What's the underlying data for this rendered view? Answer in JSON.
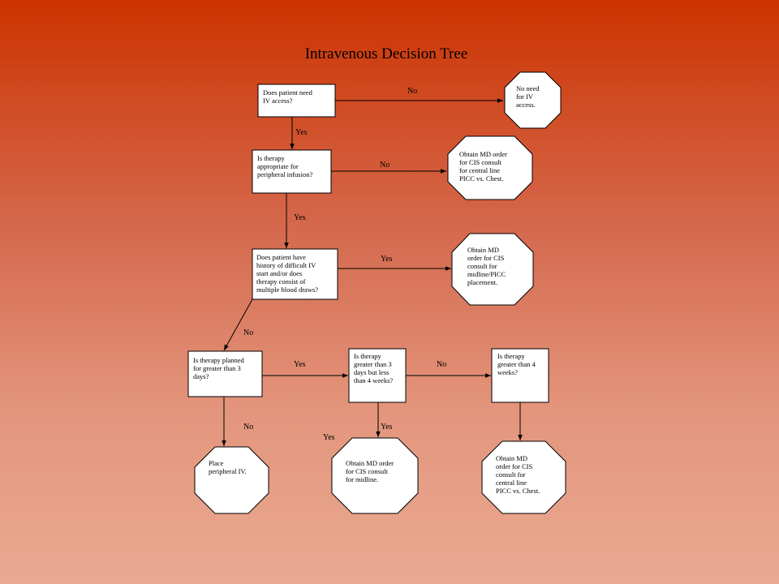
{
  "title": "Intravenous Decision Tree",
  "nodes": {
    "q_need_iv": [
      "Does patient need",
      "IV access?"
    ],
    "t_no_iv": [
      "No need",
      "for IV",
      "access."
    ],
    "q_peripheral": [
      "Is therapy",
      "appropriate for",
      "peripheral infusion?"
    ],
    "t_central_1": [
      "Obtain MD order",
      "for CIS consult",
      "for central line",
      "PICC vs. Chest."
    ],
    "q_difficult": [
      "Does patient have",
      "history of difficult IV",
      "start and/or does",
      "therapy consist of",
      "multiple blood draws?"
    ],
    "t_midline_picc": [
      "Obtain MD",
      "order for CIS",
      "consult for",
      "midline/PICC",
      "placement."
    ],
    "q_gt3": [
      "Is therapy planned",
      "for greater than 3",
      "days?"
    ],
    "q_3to4": [
      "Is therapy",
      "greater than 3",
      "days but less",
      "than 4 weeks?"
    ],
    "q_gt4w": [
      "Is therapy",
      "greater than 4",
      "weeks?"
    ],
    "t_peripheral": [
      "Place",
      "peripheral IV."
    ],
    "t_midline": [
      "Obtain MD order",
      "for CIS consult",
      "for midline."
    ],
    "t_central_2": [
      "Obtain MD",
      "order for CIS",
      "consult for",
      "central line",
      "PICC vs. Chest."
    ]
  },
  "edge_labels": {
    "need_no": "No",
    "need_yes": "Yes",
    "periph_no": "No",
    "periph_yes": "Yes",
    "diff_yes": "Yes",
    "diff_no": "No",
    "gt3_yes": "Yes",
    "gt3_no": "No",
    "mid_no": "No",
    "mid_yes": "Yes",
    "mid_yes_2": "Yes"
  }
}
